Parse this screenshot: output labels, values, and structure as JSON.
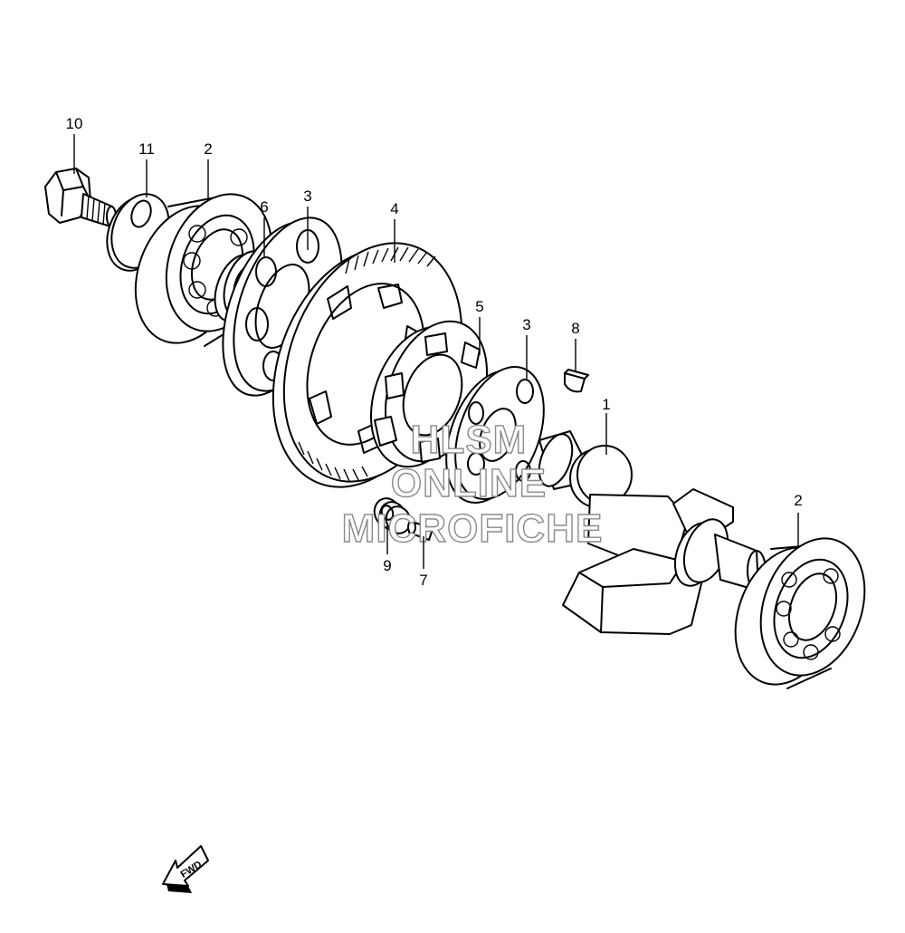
{
  "callouts": [
    {
      "id": "10",
      "text": "10"
    },
    {
      "id": "11",
      "text": "11"
    },
    {
      "id": "2a",
      "text": "2"
    },
    {
      "id": "6",
      "text": "6"
    },
    {
      "id": "3a",
      "text": "3"
    },
    {
      "id": "4",
      "text": "4"
    },
    {
      "id": "5",
      "text": "5"
    },
    {
      "id": "3b",
      "text": "3"
    },
    {
      "id": "8",
      "text": "8"
    },
    {
      "id": "1",
      "text": "1"
    },
    {
      "id": "2b",
      "text": "2"
    },
    {
      "id": "9",
      "text": "9"
    },
    {
      "id": "7",
      "text": "7"
    }
  ],
  "watermark": {
    "line1": "HLSM",
    "line2": "ONLINE",
    "line3": "MICROFICHE"
  },
  "direction_marker": {
    "text": "FWD"
  }
}
